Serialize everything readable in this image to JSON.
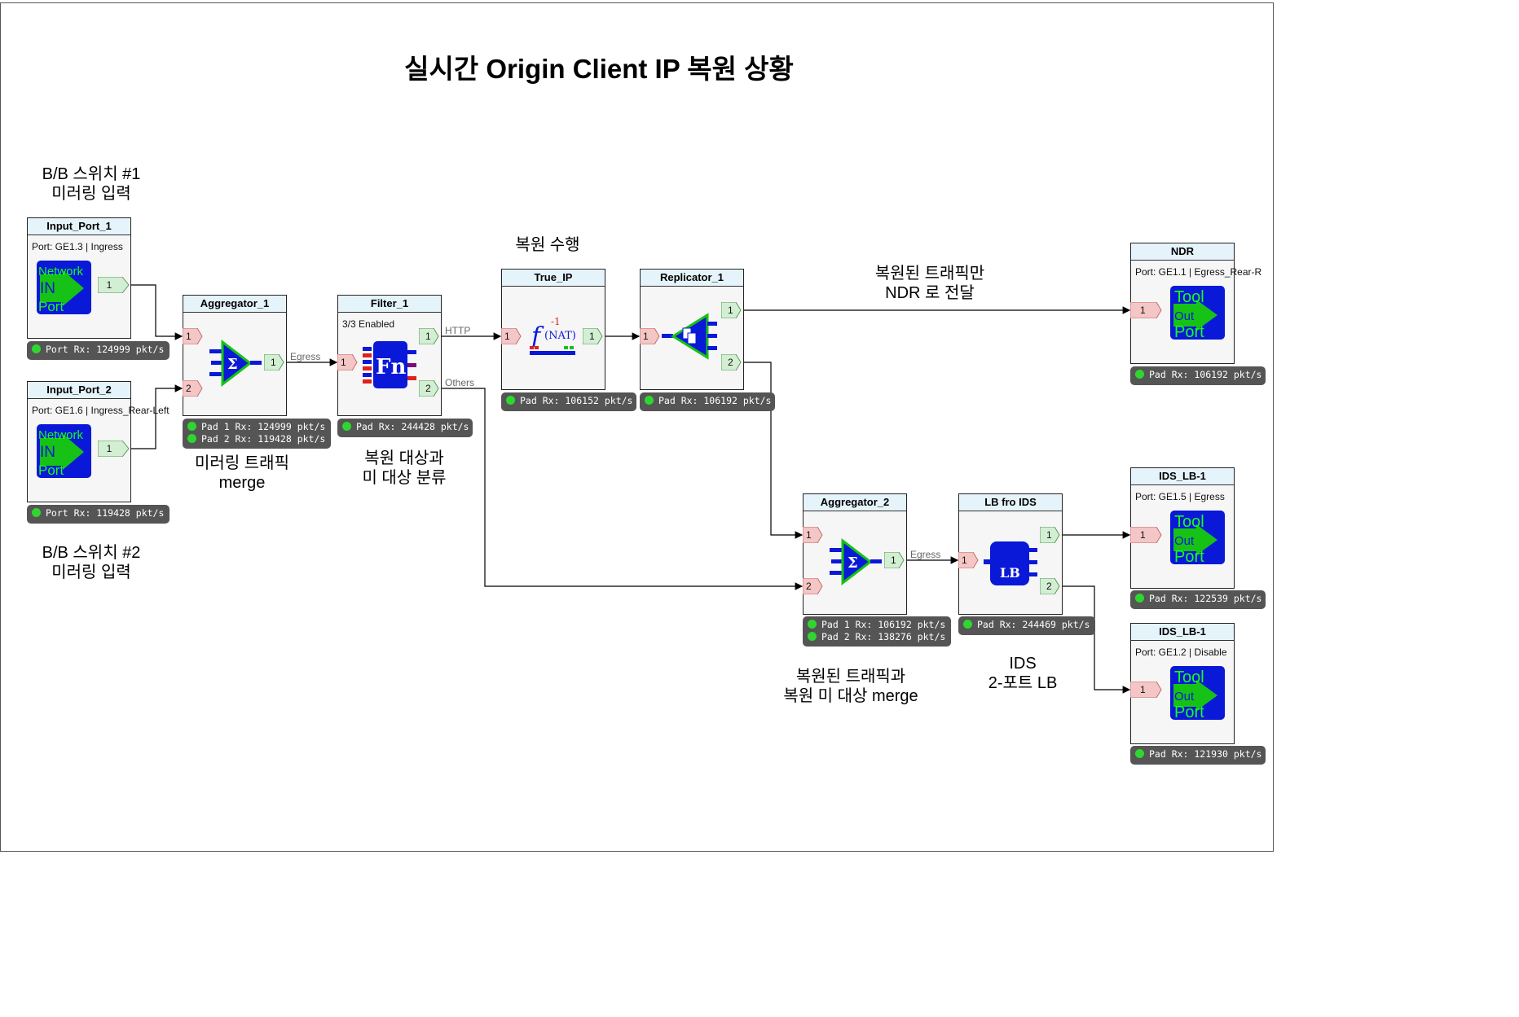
{
  "title": "실시간 Origin Client IP 복원 상황",
  "annotations": {
    "bb_switch_1": [
      "B/B 스위치 #1",
      "미러링 입력"
    ],
    "bb_switch_2": [
      "B/B 스위치 #2",
      "미러링 입력"
    ],
    "mirror_merge": [
      "미러링 트래픽",
      "merge"
    ],
    "classify": [
      "복원 대상과",
      "미 대상 분류"
    ],
    "restore": [
      "복원 수행"
    ],
    "ndr_only": [
      "복원된 트래픽만",
      "NDR 로 전달"
    ],
    "restored_merge": [
      "복원된 트래픽과",
      "복원 미 대상 merge"
    ],
    "ids_lb": [
      "IDS",
      "2-포트 LB"
    ]
  },
  "nodes": {
    "input_port_1": {
      "title": "Input_Port_1",
      "subtitle": "Port: GE1.3 | Ingress",
      "icon": [
        "Network",
        "IN",
        "Port"
      ],
      "pins_out": [
        "1"
      ],
      "stats": [
        "Port Rx: 124999 pkt/s"
      ]
    },
    "input_port_2": {
      "title": "Input_Port_2",
      "subtitle": "Port: GE1.6 | Ingress_Rear-Left",
      "icon": [
        "Network",
        "IN",
        "Port"
      ],
      "pins_out": [
        "1"
      ],
      "stats": [
        "Port Rx: 119428 pkt/s"
      ]
    },
    "aggregator_1": {
      "title": "Aggregator_1",
      "icon": "Σ",
      "pins_in": [
        "1",
        "2"
      ],
      "pins_out": [
        "1"
      ],
      "out_labels": [
        "Egress"
      ],
      "stats": [
        "Pad 1 Rx: 124999 pkt/s",
        "Pad 2 Rx: 119428 pkt/s"
      ]
    },
    "filter_1": {
      "title": "Filter_1",
      "subtitle": "3/3 Enabled",
      "icon": "Fn",
      "pins_in": [
        "1"
      ],
      "pins_out": [
        "1",
        "2"
      ],
      "out_labels": [
        "HTTP",
        "Others"
      ],
      "stats": [
        "Pad Rx: 244428 pkt/s"
      ]
    },
    "true_ip": {
      "title": "True_IP",
      "icon": "f -1 (NAT)",
      "pins_in": [
        "1"
      ],
      "pins_out": [
        "1"
      ],
      "stats": [
        "Pad Rx: 106152 pkt/s"
      ]
    },
    "replicator_1": {
      "title": "Replicator_1",
      "icon": "replicator-icon",
      "pins_in": [
        "1"
      ],
      "pins_out": [
        "1",
        "2"
      ],
      "stats": [
        "Pad Rx: 106192 pkt/s"
      ]
    },
    "ndr": {
      "title": "NDR",
      "subtitle": "Port: GE1.1 | Egress_Rear-R",
      "icon": [
        "Tool",
        "Out",
        "Port"
      ],
      "pins_in": [
        "1"
      ],
      "stats": [
        "Pad Rx: 106192 pkt/s"
      ]
    },
    "aggregator_2": {
      "title": "Aggregator_2",
      "icon": "Σ",
      "pins_in": [
        "1",
        "2"
      ],
      "pins_out": [
        "1"
      ],
      "out_labels": [
        "Egress"
      ],
      "stats": [
        "Pad 1 Rx: 106192 pkt/s",
        "Pad 2 Rx: 138276 pkt/s"
      ]
    },
    "lb_fro_ids": {
      "title": "LB fro IDS",
      "icon": "LB",
      "pins_in": [
        "1"
      ],
      "pins_out": [
        "1",
        "2"
      ],
      "stats": [
        "Pad Rx: 244469 pkt/s"
      ]
    },
    "ids_lb_1_a": {
      "title": "IDS_LB-1",
      "subtitle": "Port: GE1.5 | Egress",
      "icon": [
        "Tool",
        "Out",
        "Port"
      ],
      "pins_in": [
        "1"
      ],
      "stats": [
        "Pad Rx: 122539 pkt/s"
      ]
    },
    "ids_lb_1_b": {
      "title": "IDS_LB-1",
      "subtitle": "Port: GE1.2 | Disable",
      "icon": [
        "Tool",
        "Out",
        "Port"
      ],
      "pins_in": [
        "1"
      ],
      "stats": [
        "Pad Rx: 121930 pkt/s"
      ]
    }
  },
  "colors": {
    "header": "#e5f3fb",
    "stat_bg": "#555555",
    "status_ok": "#2fd62f",
    "pin_in": "#f4c6c6",
    "pin_out": "#d3efd3",
    "icon_blue": "#0a18d8",
    "icon_green": "#16c216"
  }
}
